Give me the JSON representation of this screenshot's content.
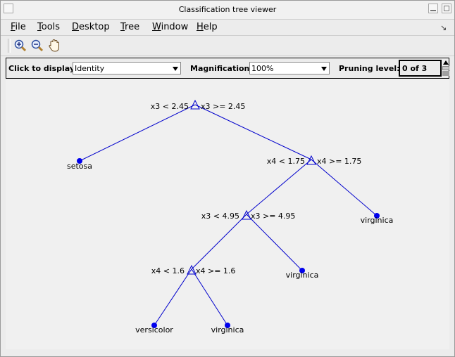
{
  "window": {
    "title": "Classification tree viewer"
  },
  "menu": [
    {
      "mnemonic": "F",
      "rest": "ile"
    },
    {
      "mnemonic": "T",
      "rest": "ools"
    },
    {
      "mnemonic": "D",
      "rest": "esktop"
    },
    {
      "mnemonic": "T",
      "rest": "ree"
    },
    {
      "mnemonic": "W",
      "rest": "indow"
    },
    {
      "mnemonic": "H",
      "rest": "elp"
    }
  ],
  "toolbar": {
    "icons": [
      "zoom-in-icon",
      "zoom-out-icon",
      "pan-hand-icon"
    ]
  },
  "controls": {
    "click_label": "Click to display:",
    "click_value": "Identity",
    "magnification_label": "Magnification:",
    "magnification_value": "100%",
    "pruning_label": "Pruning level:",
    "pruning_value": "0 of 3"
  },
  "tree": {
    "colors": {
      "edge": "#0000cc",
      "leaf": "#0000ee"
    },
    "splits": [
      {
        "left_rule": "x3 < 2.45",
        "right_rule": "x3 >= 2.45"
      },
      {
        "left_rule": "x4 < 1.75",
        "right_rule": "x4 >= 1.75"
      },
      {
        "left_rule": "x3 < 4.95",
        "right_rule": "x3 >= 4.95"
      },
      {
        "left_rule": "x4 < 1.6",
        "right_rule": "x4 >= 1.6"
      }
    ],
    "leaves": [
      "setosa",
      "virginica",
      "virginica",
      "versicolor",
      "virginica"
    ]
  }
}
